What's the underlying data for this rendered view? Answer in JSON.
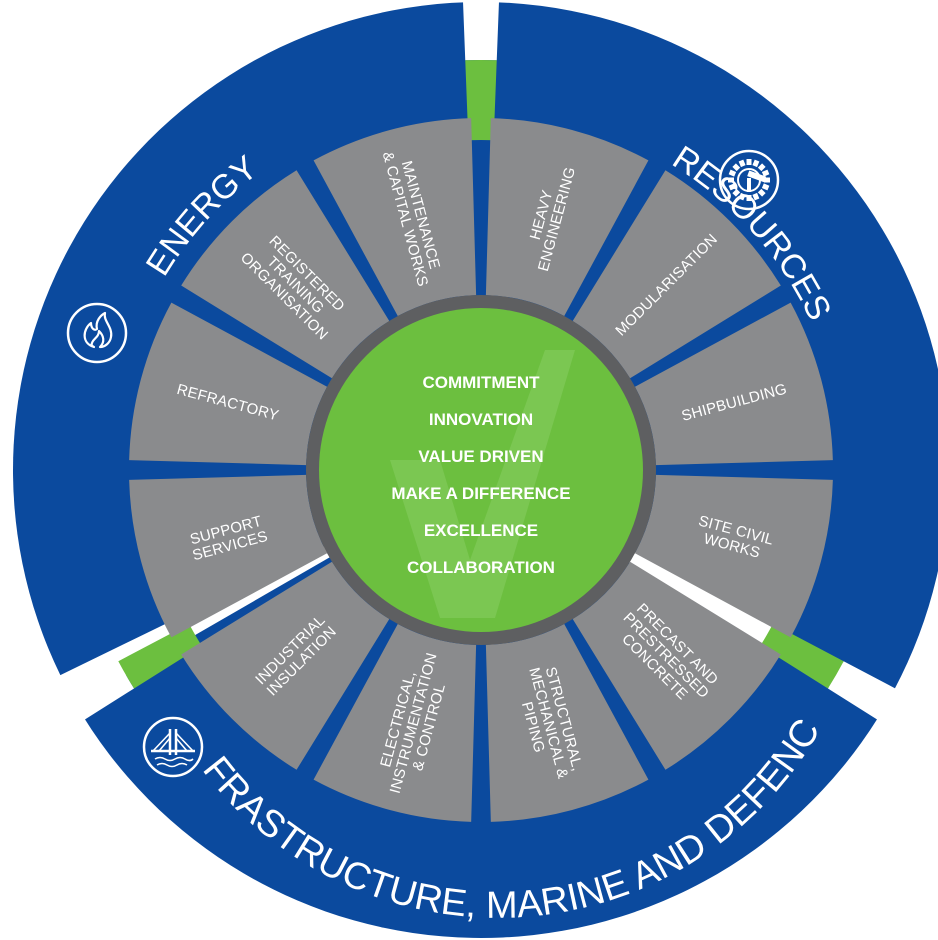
{
  "diagram": {
    "colors": {
      "blue": "#0b4a9e",
      "green": "#6cbf3f",
      "grey": "#8a8b8d",
      "dark_grey": "#5e5f61",
      "white": "#ffffff"
    },
    "sectors": {
      "energy": "ENERGY",
      "resources": "RESOURCES",
      "infrastructure": "INFRASTRUCTURE, MARINE AND DEFENCE"
    },
    "icons": {
      "energy": "flame-icon",
      "resources": "gear-drill-icon",
      "infrastructure": "bridge-icon"
    },
    "services": [
      {
        "lines": [
          "HEAVY",
          "ENGINEERING"
        ]
      },
      {
        "lines": [
          "MODULARISATION"
        ]
      },
      {
        "lines": [
          "SHIPBUILDING"
        ]
      },
      {
        "lines": [
          "SITE CIVIL",
          "WORKS"
        ]
      },
      {
        "lines": [
          "PRECAST AND",
          "PRESTRESSED",
          "CONCRETE"
        ]
      },
      {
        "lines": [
          "STRUCTURAL,",
          "MECHANICAL &",
          "PIPING"
        ]
      },
      {
        "lines": [
          "ELECTRICAL,",
          "INSTRUMENTATION",
          "& CONTROL"
        ]
      },
      {
        "lines": [
          "INDUSTRIAL",
          "INSULATION"
        ]
      },
      {
        "lines": [
          "SUPPORT",
          "SERVICES"
        ]
      },
      {
        "lines": [
          "REFRACTORY"
        ]
      },
      {
        "lines": [
          "REGISTERED",
          "TRAINING",
          "ORGANISATION"
        ]
      },
      {
        "lines": [
          "MAINTENANCE",
          "& CAPITAL WORKS"
        ]
      }
    ],
    "values": [
      "COMMITMENT",
      "INNOVATION",
      "VALUE DRIVEN",
      "MAKE A DIFFERENCE",
      "EXCELLENCE",
      "COLLABORATION"
    ]
  }
}
